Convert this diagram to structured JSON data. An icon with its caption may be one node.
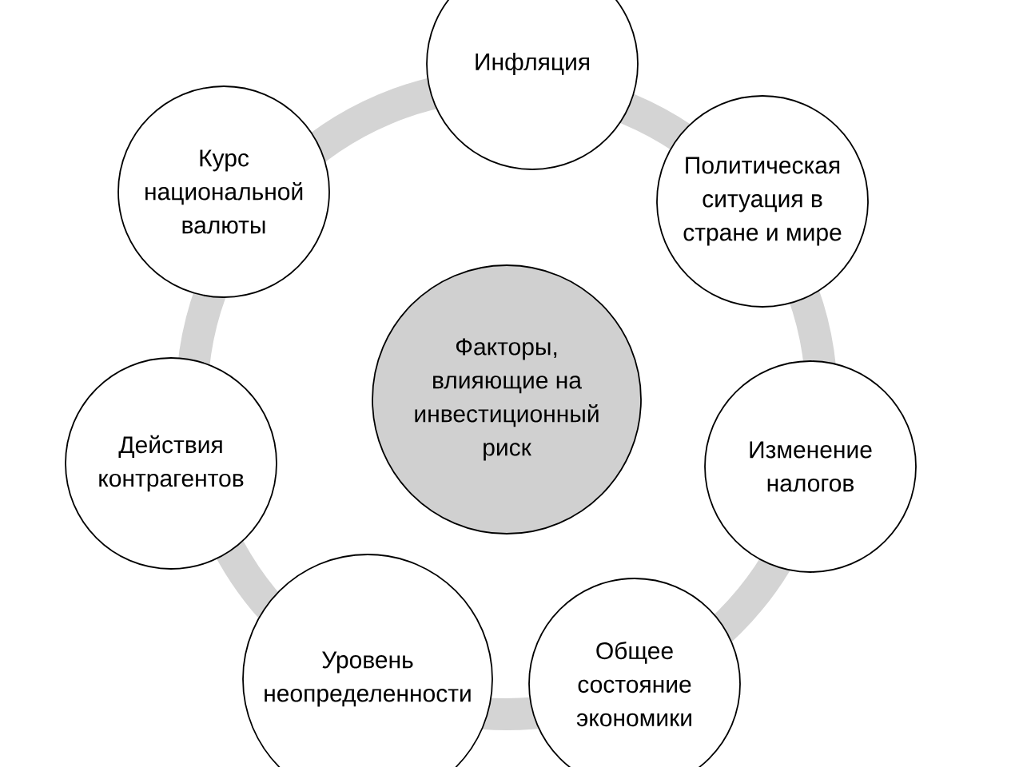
{
  "diagram": {
    "nodes": [
      {
        "text": [
          "Инфляция"
        ]
      },
      {
        "text": [
          "Курс национальной валюты"
        ]
      },
      {
        "text": [
          "Политическая ситуация в стране и мире"
        ]
      },
      {
        "text": [
          "Факторы, влияющие на инвестиционный риск"
        ]
      },
      {
        "text": [
          "Действия контрагентов"
        ]
      },
      {
        "text": [
          "Изменение налогов"
        ]
      },
      {
        "text": [
          "Уровень неопределенности"
        ]
      },
      {
        "text": [
          "Общее состояние экономики"
        ]
      }
    ]
  }
}
